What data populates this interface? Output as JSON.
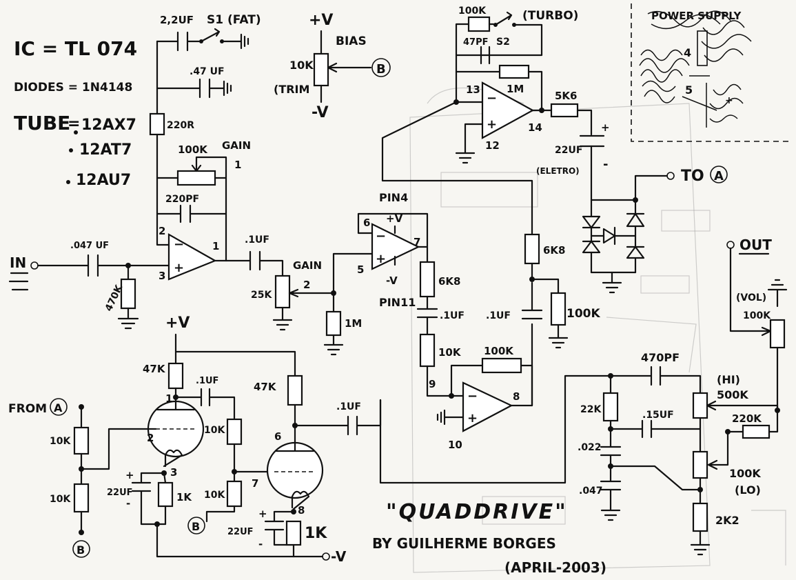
{
  "notes": {
    "ic": "IC = TL 074",
    "diodes": "DIODES = 1N4148",
    "tube_label": "TUBE",
    "tubes": [
      "12AX7",
      "12AT7",
      "12AU7"
    ]
  },
  "title": {
    "name": "\"QUADDRIVE\"",
    "author": "BY GUILHERME BORGES",
    "date": "(APRIL-2003)"
  },
  "power_supply": {
    "label": "POWER SUPPLY",
    "pin4": "4",
    "pin5": "5",
    "plus": "+"
  },
  "rails": {
    "pos": "+V",
    "neg": "-V"
  },
  "io": {
    "input": "IN",
    "output": "OUT",
    "to_a_text": "TO",
    "from_a_text": "FROM",
    "node_a": "A",
    "node_b": "B"
  },
  "labels": {
    "c_2u2": "2,2UF",
    "s1": "S1 (FAT)",
    "c_047_top": ".47 UF",
    "r_220r": "220R",
    "r_100k_gain": "100K",
    "gain": "GAIN",
    "gain_num1": "1",
    "c_220pf": "220PF",
    "c_in": ".047 UF",
    "r_470k": "470K",
    "op1_pin2": "2",
    "op1_pin3": "3",
    "op1_pin1": "1",
    "c_01_a": ".1UF",
    "gain2": "GAIN",
    "pot_25k": "25K",
    "gain_num2": "2",
    "r_1m_a": "1M",
    "pin4_label": "PIN4",
    "op2_pin6": "6",
    "op2_pin5": "5",
    "op2_pin7": "7",
    "pin11_label": "PIN11",
    "r_6k8_a": "6K8",
    "c_01_b": ".1UF",
    "r_10k_c": "10K",
    "r_100k_fb": "100K",
    "op3_pin9": "9",
    "op3_pin10": "10",
    "op3_pin8": "8",
    "c_01_c": ".1UF",
    "r_6k8_b": "6K8",
    "r_100k_c": "100K",
    "turbo_100k": "100K",
    "turbo": "(TURBO)",
    "c_47pf": "47PF",
    "s2": "S2",
    "r_1m_b": "1M",
    "op4_pin13": "13",
    "op4_pin12": "12",
    "op4_pin14": "14",
    "r_5k6": "5K6",
    "c_22u_el": "22UF",
    "eletro": "(ELETRO)",
    "bias": "BIAS",
    "trim_10k": "10K",
    "trim": "(TRIM",
    "c_470pf": "470PF",
    "hi": "(HI)",
    "pot_500k": "500K",
    "r_22k": "22K",
    "c_15u": ".15UF",
    "r_220k": "220K",
    "c_022": ".022",
    "c_047b": ".047",
    "pot_100k_lo": "100K",
    "lo": "(LO)",
    "r_2k2": "2K2",
    "vol": "(VOL)",
    "vol_100k": "100K",
    "tube1_pin1": "1",
    "tube1_pin2": "2",
    "tube1_pin3": "3",
    "r_47k_a": "47K",
    "r_47k_b": "47K",
    "c_01_t": ".1UF",
    "r_10k_t1": "10K",
    "r_10k_t2": "10K",
    "r_10k_f1": "10K",
    "r_10k_f2": "10K",
    "r_1k_a": "1K",
    "c_22u_t1": "22UF",
    "tube2_pin6": "6",
    "tube2_pin7": "7",
    "tube2_pin8": "8",
    "c_22u_t2": "22UF",
    "r_1k_b": "1K",
    "c_01_out": ".1UF",
    "plus_sign": "+",
    "minus_sign": "-"
  },
  "colors": {
    "ink": "#111111",
    "paper": "#f7f6f2"
  }
}
